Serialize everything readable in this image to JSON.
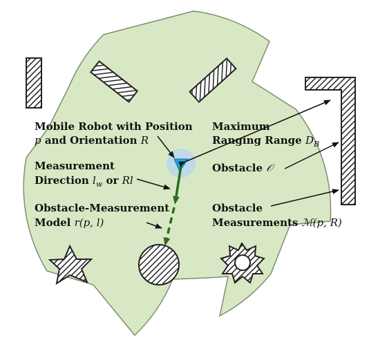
{
  "colors": {
    "region_fill": "#d9e8c4",
    "region_stroke": "#7c8f70",
    "robot_halo": "#b9d6ee",
    "robot_body": "#1aa3d9",
    "direction_line": "#2d6a1f",
    "arrow": "#111111",
    "obstacle_stroke": "#222222"
  },
  "labels": {
    "robot": {
      "line1": "Mobile Robot with Position",
      "line2_math": "p",
      "line2_text": " and Orientation ",
      "line2_math2": "R"
    },
    "direction": {
      "line1": "Measurement",
      "line2_text": "Direction ",
      "line2_math": "l",
      "line2_sub": "w",
      "line2_text2": " or ",
      "line2_math2": "Rl"
    },
    "model": {
      "line1": "Obstacle-Measurement",
      "line2_text": "Model ",
      "line2_math": "r(p, l)"
    },
    "range": {
      "line1": "Maximum",
      "line2_text": "Ranging Range ",
      "line2_math": "D",
      "line2_sub": "B"
    },
    "obstacle": {
      "text": "Obstacle ",
      "math": "𝒪"
    },
    "measurements": {
      "line1": "Obstacle",
      "line2_text": "Measurements ",
      "line2_math": "ℳ(p, R)"
    }
  },
  "obstacles": [
    "bar-top-left",
    "bar-top-left-inner",
    "bar-top-center",
    "l-shape-right",
    "star-bottom-left",
    "circle-bottom",
    "sun-bottom-right"
  ]
}
